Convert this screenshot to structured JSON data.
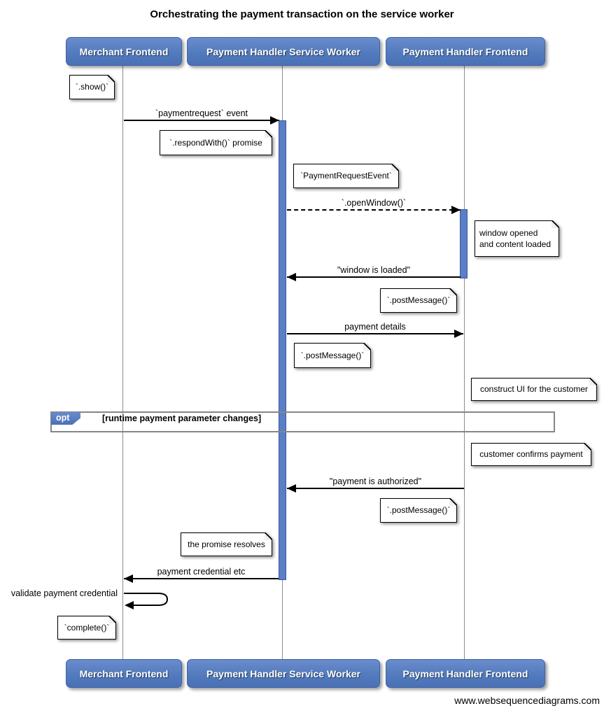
{
  "title": "Orchestrating the payment transaction on the service worker",
  "footer": "www.websequencediagrams.com",
  "actors": [
    {
      "label": "Merchant Frontend"
    },
    {
      "label": "Payment Handler Service Worker"
    },
    {
      "label": "Payment Handler Frontend"
    }
  ],
  "messages": [
    {
      "label": "`paymentrequest` event",
      "from": "Merchant Frontend",
      "to": "Payment Handler Service Worker",
      "line": "solid",
      "direction": "right"
    },
    {
      "label": "`.openWindow()`",
      "from": "Payment Handler Service Worker",
      "to": "Payment Handler Frontend",
      "line": "dashed",
      "direction": "right"
    },
    {
      "label": "\"window is loaded\"",
      "from": "Payment Handler Frontend",
      "to": "Payment Handler Service Worker",
      "line": "solid",
      "direction": "left"
    },
    {
      "label": "payment details",
      "from": "Payment Handler Service Worker",
      "to": "Payment Handler Frontend",
      "line": "solid",
      "direction": "right"
    },
    {
      "label": "\"payment is authorized\"",
      "from": "Payment Handler Frontend",
      "to": "Payment Handler Service Worker",
      "line": "solid",
      "direction": "left"
    },
    {
      "label": "payment credential etc",
      "from": "Payment Handler Service Worker",
      "to": "Merchant Frontend",
      "line": "solid",
      "direction": "left"
    }
  ],
  "self_message": {
    "label": "validate payment credential",
    "actor": "Merchant Frontend"
  },
  "notes": [
    {
      "text": "`.show()`",
      "position": "left of Merchant Frontend"
    },
    {
      "text": "`.respondWith()` promise",
      "position": "left of Payment Handler Service Worker"
    },
    {
      "text": "`PaymentRequestEvent`",
      "position": "right of Payment Handler Service Worker"
    },
    {
      "text": "window opened\nand content loaded",
      "position": "right of Payment Handler Frontend"
    },
    {
      "text": "`.postMessage()`",
      "position": "left of Payment Handler Frontend"
    },
    {
      "text": "`.postMessage()`",
      "position": "right of Payment Handler Service Worker"
    },
    {
      "text": "construct UI for the customer",
      "position": "right of Payment Handler Frontend"
    },
    {
      "text": "customer confirms payment",
      "position": "right of Payment Handler Frontend"
    },
    {
      "text": "`.postMessage()`",
      "position": "left of Payment Handler Frontend"
    },
    {
      "text": "the promise resolves",
      "position": "left of Payment Handler Service Worker"
    },
    {
      "text": "`complete()`",
      "position": "left of Merchant Frontend"
    }
  ],
  "fragment": {
    "operator": "opt",
    "guard": "[runtime payment parameter changes]"
  },
  "colors": {
    "actor_fill": "#527bbd",
    "actor_border": "#3f63a5",
    "activation_fill": "#5a7ec7",
    "lifeline": "#8c8c8c",
    "frame_border": "#868686",
    "note_fill": "#ffffff"
  }
}
